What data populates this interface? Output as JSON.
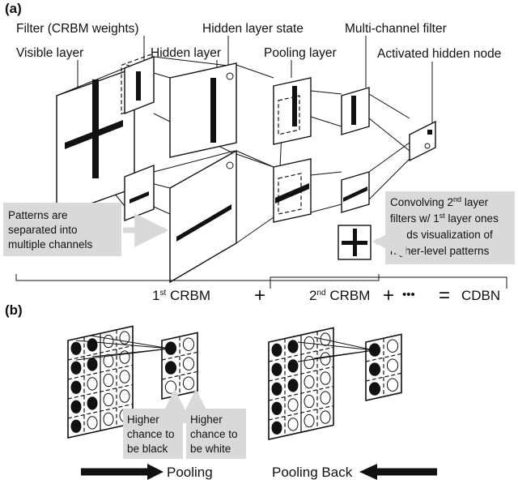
{
  "panel_a": {
    "tag": "(a)",
    "labels": {
      "filter": "Filter (CRBM weights)",
      "visible_layer": "Visible layer",
      "hidden_layer": "Hidden layer",
      "hidden_layer_state": "Hidden layer state",
      "pooling_layer": "Pooling layer",
      "multi_channel_filter": "Multi-channel filter",
      "activated_hidden_node": "Activated hidden node"
    },
    "note_left": [
      "Patterns are",
      "separated into",
      "multiple channels"
    ],
    "note_right": {
      "line1_a": "Convolving 2",
      "line1_sup": "nd",
      "line1_b": " layer",
      "line2_a": "filters w/ 1",
      "line2_sup": "st",
      "line2_b": " layer ones",
      "line3": "yields visualization of",
      "line4": "higher-level patterns"
    },
    "equation": {
      "first_a": "1",
      "first_sup": "st",
      "first_b": " CRBM",
      "plus1": "+",
      "second_a": "2",
      "second_sup": "nd",
      "second_b": " CRBM",
      "plus2": "+",
      "dots": "•••",
      "equals": "=",
      "result": "CDBN"
    }
  },
  "panel_b": {
    "tag": "(b)",
    "note_black": [
      "Higher",
      "chance to",
      "be black"
    ],
    "note_white": [
      "Higher",
      "chance to",
      "be white"
    ],
    "pooling": "Pooling",
    "pooling_back": "Pooling Back"
  },
  "grids": {
    "left_big": [
      [
        1,
        1,
        0,
        0
      ],
      [
        1,
        1,
        0,
        0
      ],
      [
        1,
        0,
        0,
        0
      ],
      [
        1,
        1,
        0,
        0
      ],
      [
        1,
        0,
        0,
        0
      ]
    ],
    "left_small": [
      [
        1,
        0
      ],
      [
        1,
        0
      ],
      [
        0,
        0
      ]
    ],
    "right_big": [
      [
        1,
        1,
        0,
        0
      ],
      [
        1,
        1,
        0,
        0
      ],
      [
        1,
        1,
        0,
        0
      ],
      [
        1,
        0,
        0,
        0
      ],
      [
        1,
        0,
        0,
        0
      ]
    ],
    "right_small": [
      [
        1,
        0
      ],
      [
        1,
        0
      ],
      [
        1,
        0
      ]
    ]
  }
}
